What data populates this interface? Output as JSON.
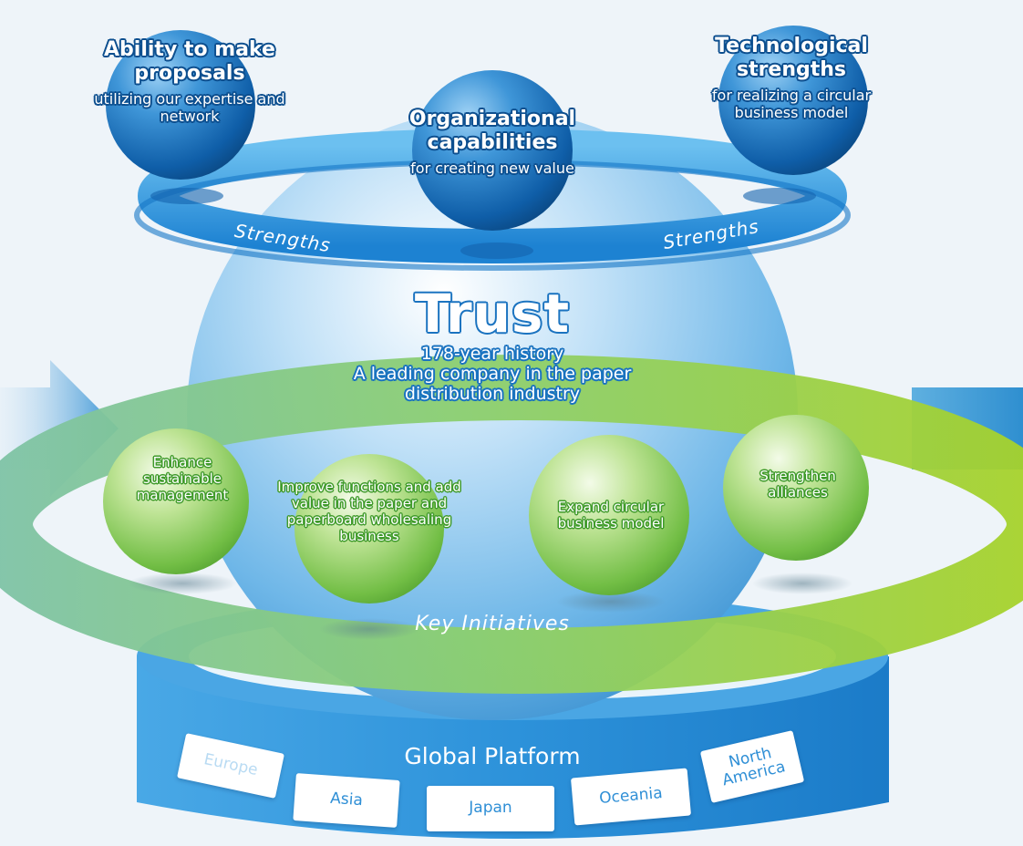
{
  "strengths": {
    "ring_label_left": "Strengths",
    "ring_label_right": "Strengths",
    "items": [
      {
        "title": "Ability to make proposals",
        "subtitle": "utilizing our expertise and network"
      },
      {
        "title": "Organizational capabilities",
        "subtitle": "for creating new value"
      },
      {
        "title": "Technological strengths",
        "subtitle": "for realizing a circular business model"
      }
    ]
  },
  "trust": {
    "title": "Trust",
    "line1": "178-year history",
    "line2": "A leading company in the paper distribution industry"
  },
  "key_initiatives": {
    "ring_label": "Key Initiatives",
    "items": [
      "Enhance sustainable management",
      "Improve functions and add value in the paper and paperboard wholesaling business",
      "Expand circular business model",
      "Strengthen alliances"
    ]
  },
  "global_platform": {
    "label": "Global Platform",
    "regions": [
      "Europe",
      "Asia",
      "Japan",
      "Oceania",
      "North America"
    ]
  },
  "colors": {
    "blue_primary": "#1f86d6",
    "blue_dark": "#0f5ea8",
    "green_primary": "#7cc242",
    "green_light": "#c4e59a",
    "background": "#eef4f9"
  }
}
